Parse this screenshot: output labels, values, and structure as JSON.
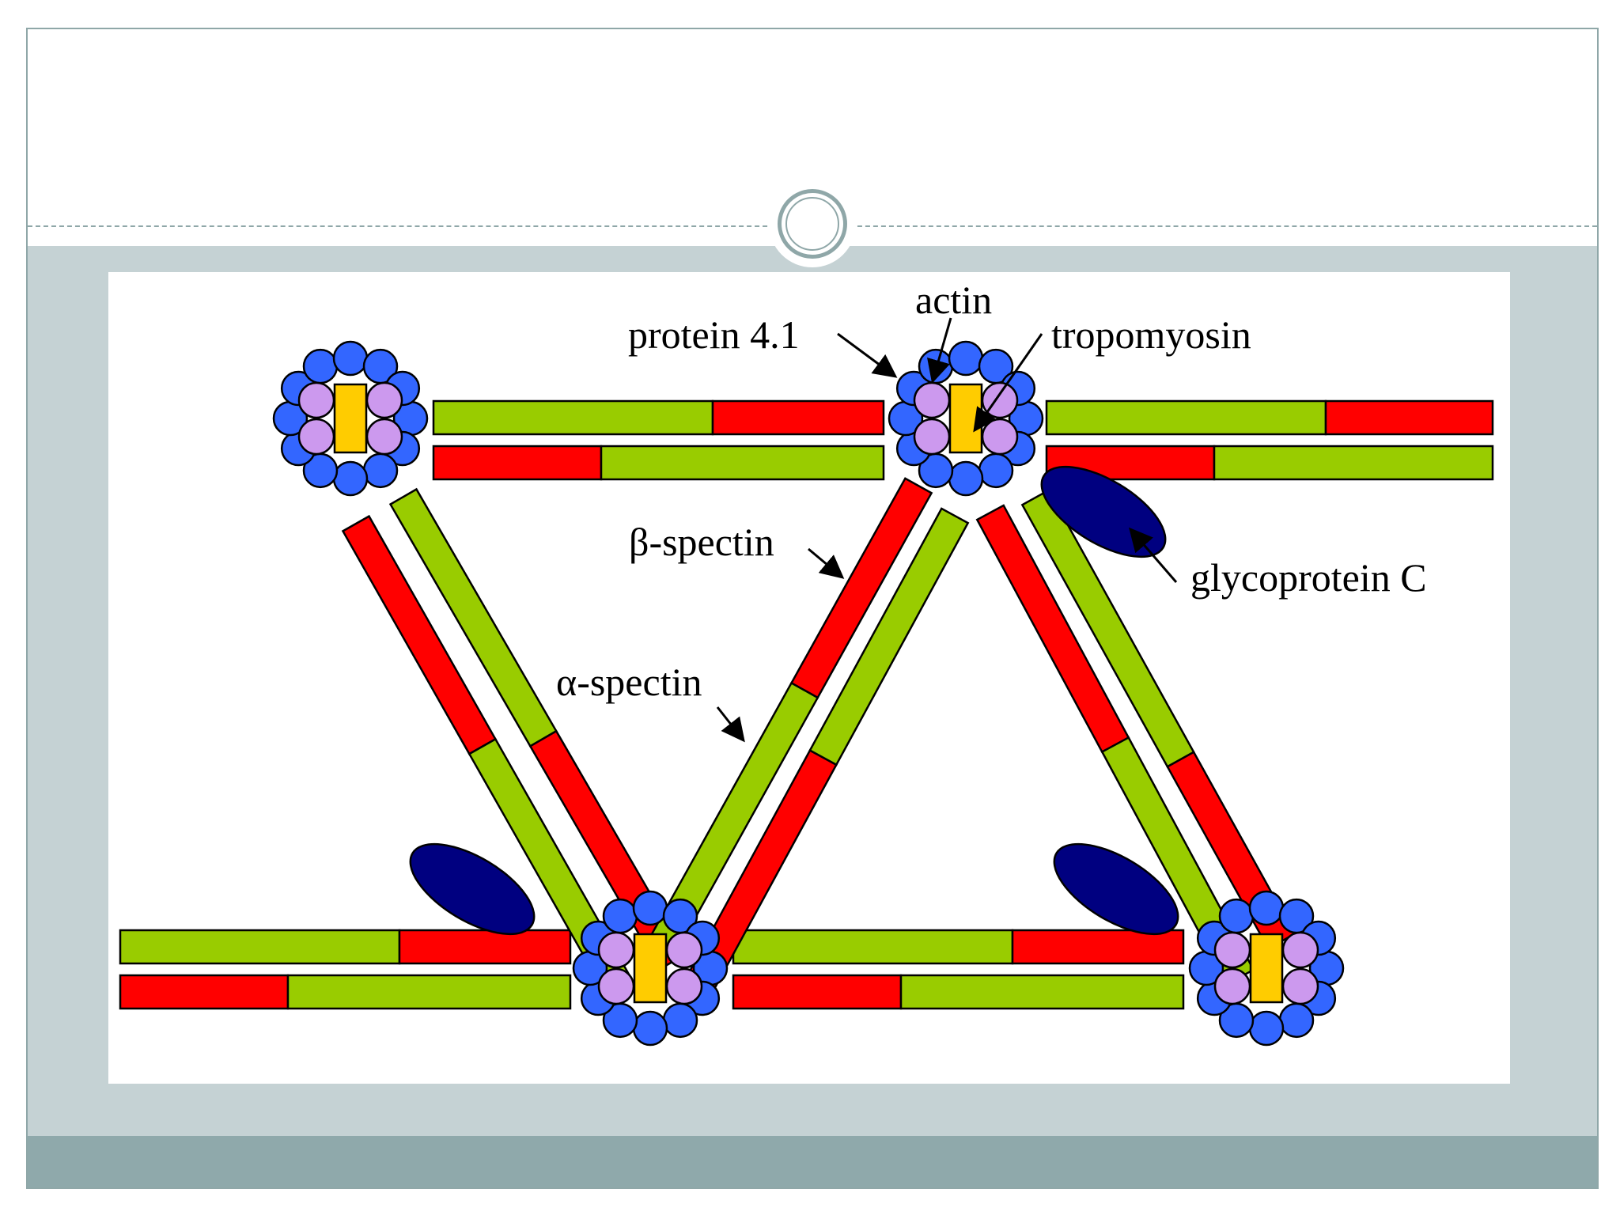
{
  "colors": {
    "green": "#99cc00",
    "red": "#ff0000",
    "actin_blue": "#3366ff",
    "tropomyosin_yellow": "#ffcc00",
    "protein41_lilac": "#cc99ee",
    "glycoprotein_navy": "#000080",
    "slide_band": "#c5d2d4",
    "slide_footer": "#8fa9ab"
  },
  "labels": {
    "actin": "actin",
    "protein_4_1": "protein 4.1",
    "tropomyosin": "tropomyosin",
    "beta_spectin": "β-spectin",
    "alpha_spectin": "α-spectin",
    "glycoprotein_c": "glycoprotein C"
  }
}
